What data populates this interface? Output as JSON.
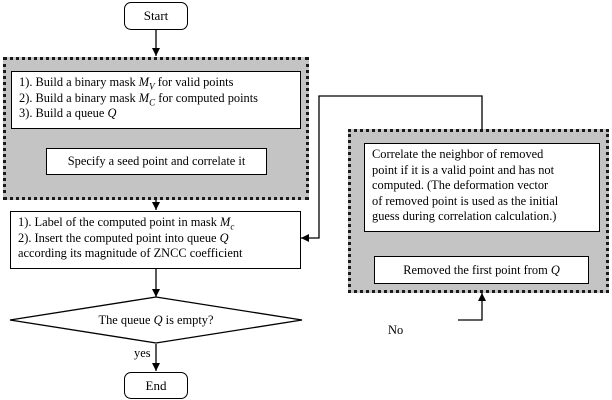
{
  "nodes": {
    "start": "Start",
    "build": {
      "line1_pre": "1). Build a binary mask ",
      "line1_var": "M",
      "line1_sub": "V",
      "line1_post": " for valid points",
      "line2_pre": "2). Build a binary mask ",
      "line2_var": "M",
      "line2_sub": "C",
      "line2_post": " for computed points",
      "line3_pre": "3). Build a queue ",
      "line3_var": "Q"
    },
    "seed": "Specify a seed point and correlate it",
    "label": {
      "line1_pre": "1). Label of the computed point in mask ",
      "line1_var": "M",
      "line1_sub": "c",
      "line2_pre": "2). Insert the computed point into queue ",
      "line2_var": "Q",
      "line3": "according its magnitude of ZNCC coefficient"
    },
    "decision": {
      "pre": "The queue ",
      "var": "Q",
      "post": " is empty?"
    },
    "end": "End",
    "correlate": {
      "line1": "Correlate the neighbor of removed",
      "line2": "point if it is a valid point and has not",
      "line3": "computed. (The deformation vector",
      "line4": "of removed point is used as the initial",
      "line5": "guess during correlation calculation.)"
    },
    "remove": {
      "pre": "Removed the first point from ",
      "var": "Q"
    }
  },
  "edges": {
    "no_label": "No",
    "yes_label": "yes"
  }
}
